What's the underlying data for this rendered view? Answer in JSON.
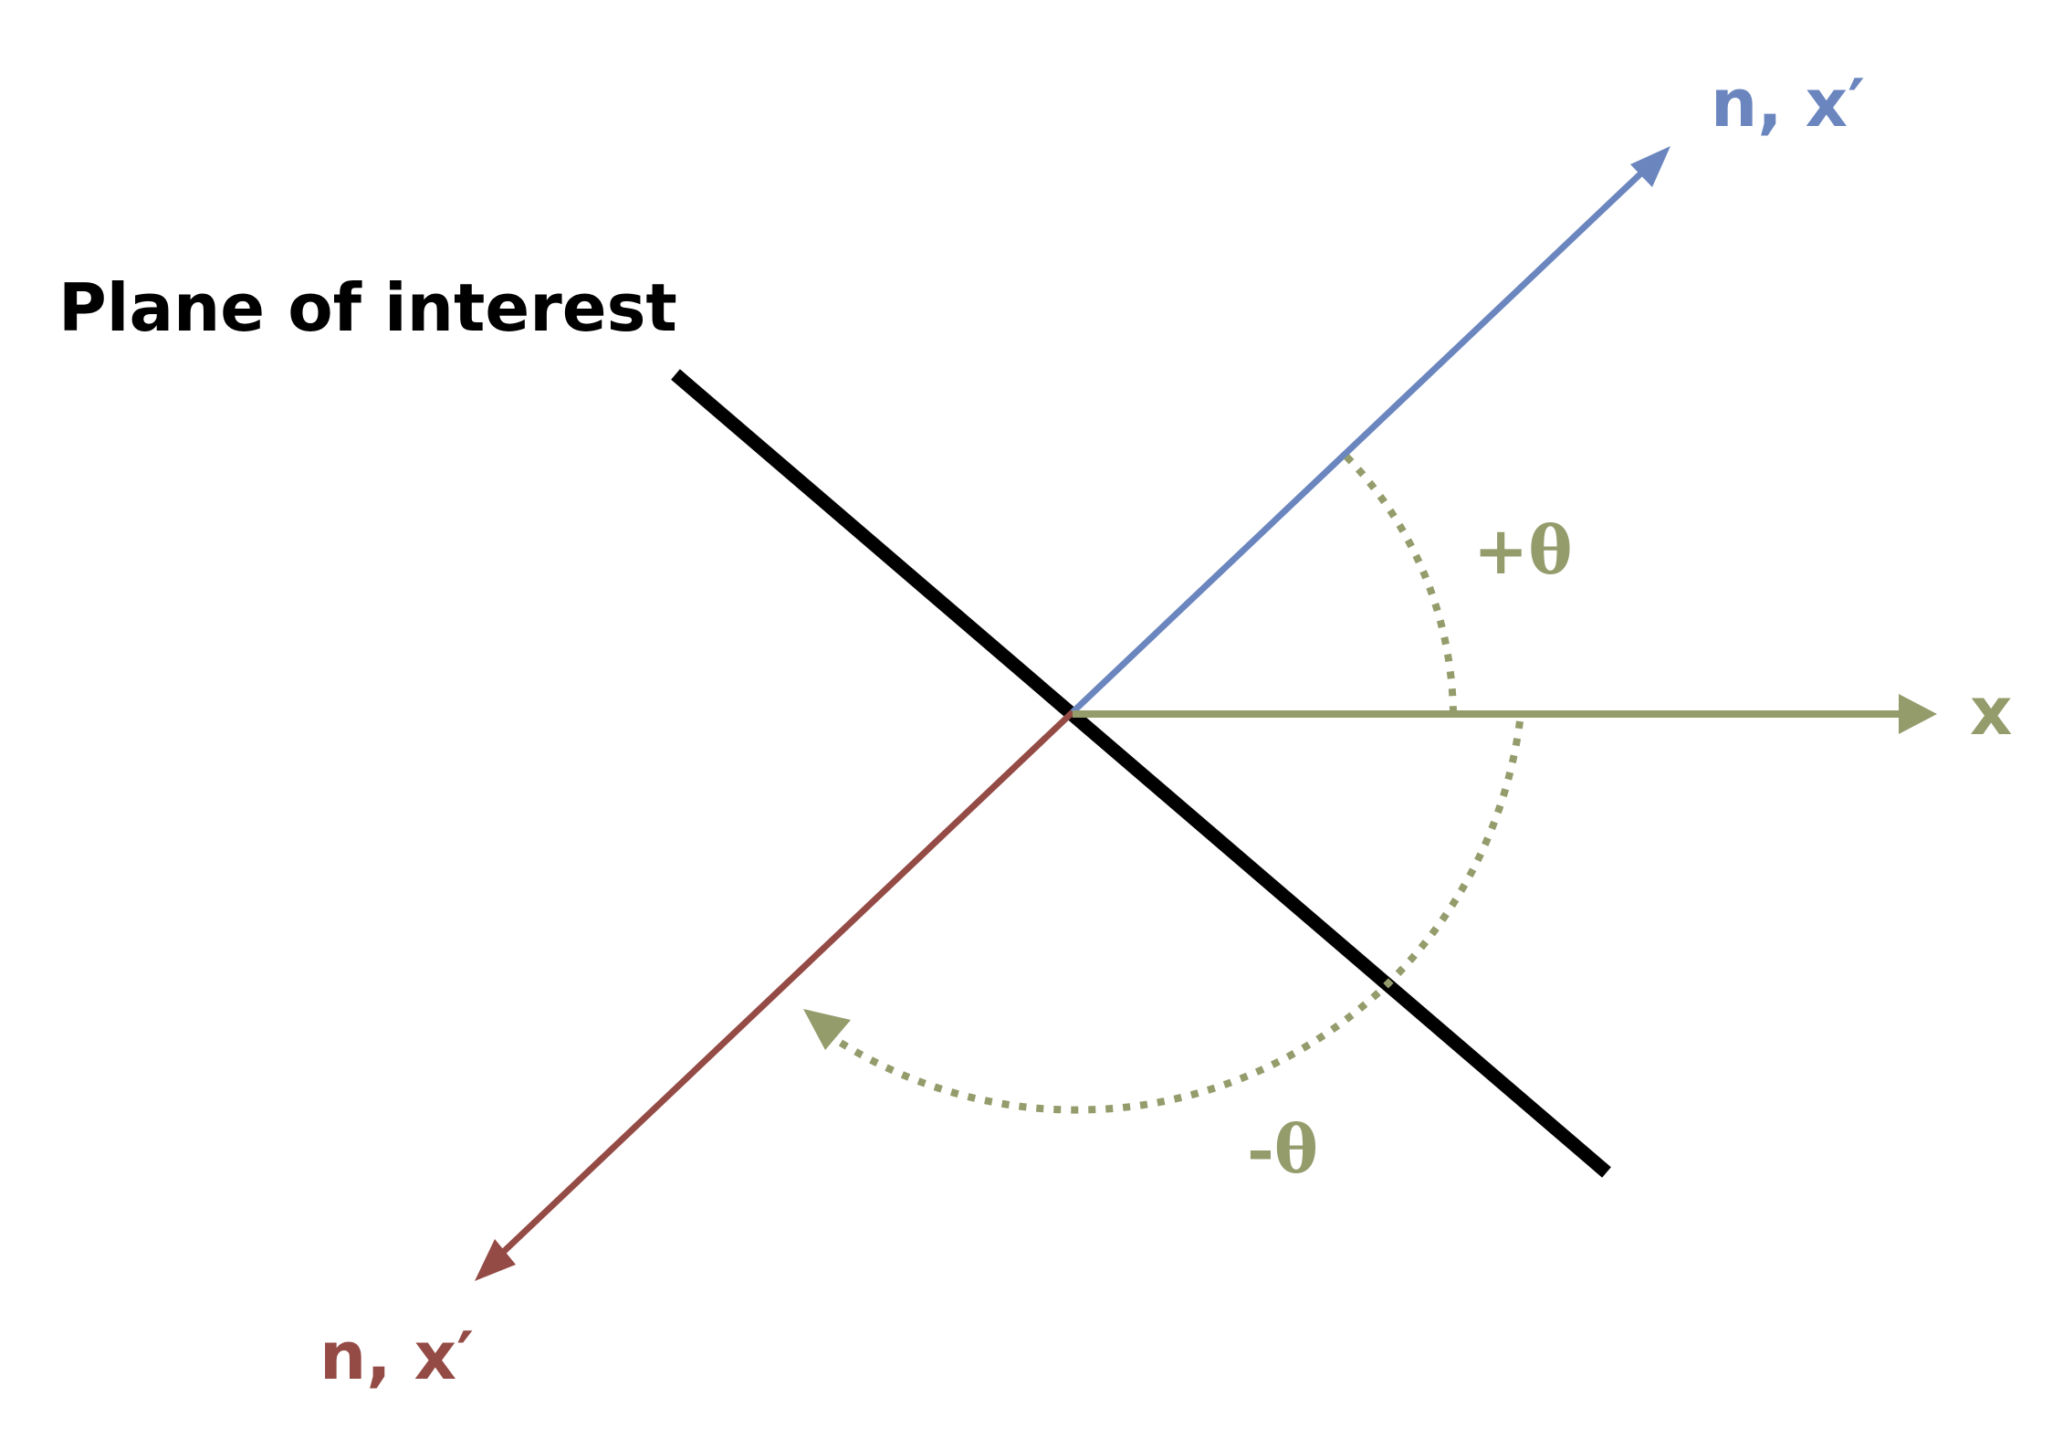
{
  "colors": {
    "plane": "#000000",
    "normal_positive": "#6b86bf",
    "normal_negative": "#954b45",
    "x_axis": "#949c6c",
    "background": "#ffffff"
  },
  "labels": {
    "plane": "Plane of interest",
    "normal_positive": "n, x′",
    "normal_negative": "n, x′",
    "x_axis": "x",
    "angle_positive": "+θ",
    "angle_negative": "-θ"
  }
}
